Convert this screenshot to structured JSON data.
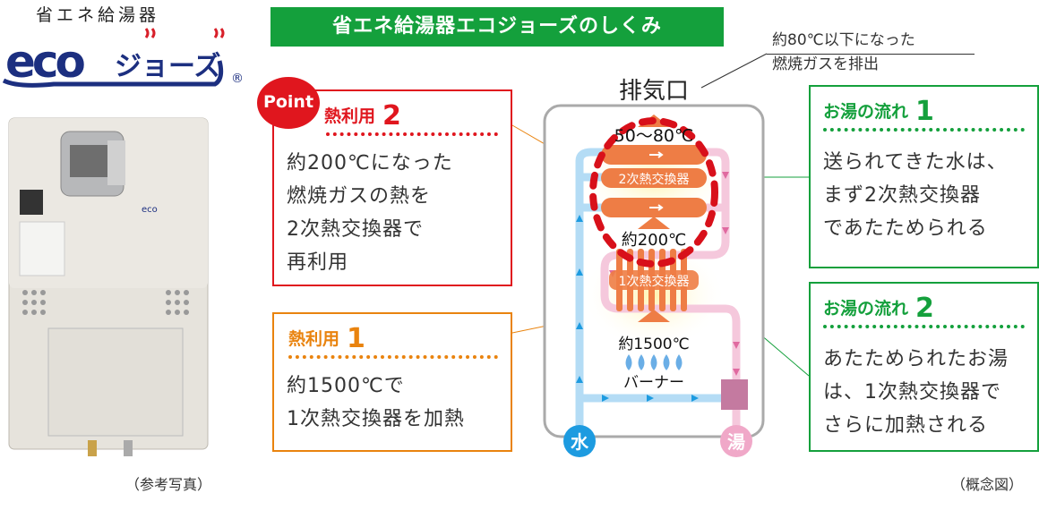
{
  "logo": {
    "subtitle": "省エネ給湯器",
    "wordmark": "ecoジョーズ",
    "registered": "®"
  },
  "photo_caption": "（参考写真）",
  "diagram_caption": "（概念図）",
  "title": "省エネ給湯器エコジョーズのしくみ",
  "exhaust_note": {
    "line1": "約80℃以下になった",
    "line2": "燃焼ガスを排出"
  },
  "point_badge": "Point",
  "heat_use_2": {
    "label": "熱利用",
    "number": "2",
    "lines": [
      "約200℃になった",
      "燃焼ガスの熱を",
      "2次熱交換器で",
      "再利用"
    ]
  },
  "heat_use_1": {
    "label": "熱利用",
    "number": "1",
    "lines": [
      "約1500℃で",
      "1次熱交換器を加熱"
    ]
  },
  "flow_1": {
    "label": "お湯の流れ",
    "number": "1",
    "lines": [
      "送られてきた水は、",
      "まず2次熱交換器",
      "であたためられる"
    ]
  },
  "flow_2": {
    "label": "お湯の流れ",
    "number": "2",
    "lines": [
      "あたためられたお湯",
      "は、1次熱交換器で",
      "さらに加熱される"
    ]
  },
  "diagram": {
    "exhaust": "排気口",
    "temp_top": "50～80℃",
    "secondary_hx": "2次熱交換器",
    "temp_mid": "約200℃",
    "primary_hx": "1次熱交換器",
    "temp_burner": "約1500℃",
    "burner": "バーナー",
    "water": "水",
    "hot_water": "湯"
  },
  "colors": {
    "green": "#14a03c",
    "red": "#e0161e",
    "orange": "#e9830e",
    "hx": "#ee7d45",
    "cold": "#b4dcf5",
    "hot": "#f5c8dc"
  }
}
